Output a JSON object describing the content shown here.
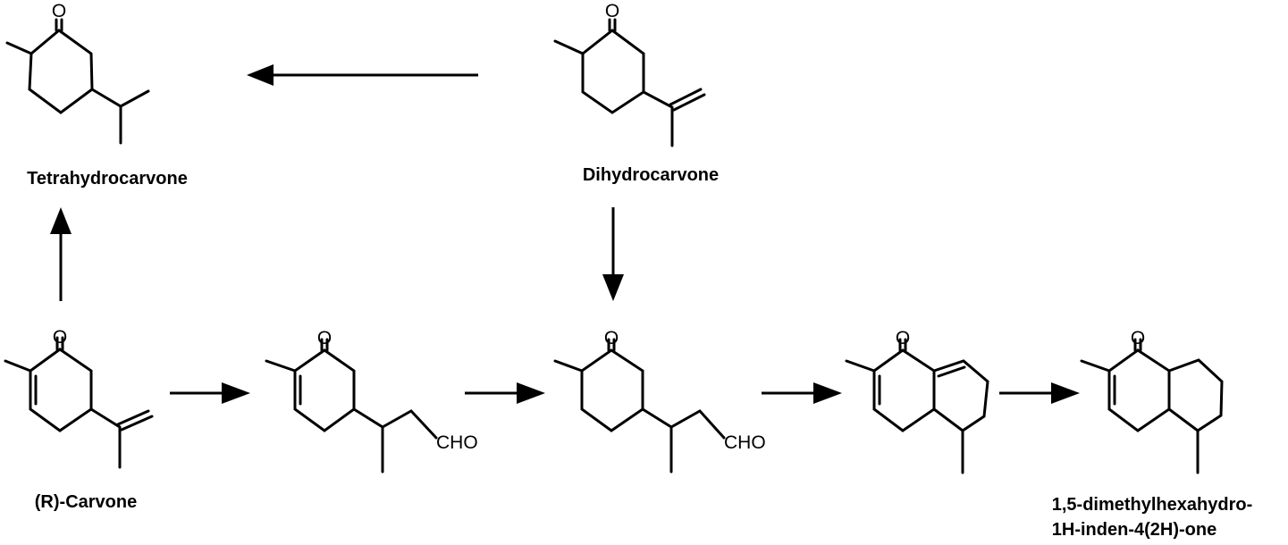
{
  "compounds": {
    "tetrahydrocarvone": {
      "name": "Tetrahydrocarvone",
      "oxygen": "O"
    },
    "dihydrocarvone": {
      "name": "Dihydrocarvone",
      "oxygen": "O"
    },
    "carvone": {
      "name": "(R)-Carvone",
      "oxygen": "O"
    },
    "aldehyde_enone": {
      "oxygen": "O",
      "group": "CHO"
    },
    "aldehyde_ketone": {
      "oxygen": "O",
      "group": "CHO"
    },
    "bicyclic_enone": {
      "oxygen": "O"
    },
    "product": {
      "name_line1": "1,5-dimethylhexahydro-",
      "name_line2": "1H-inden-4(2H)-one",
      "oxygen": "O"
    }
  },
  "reaction_arrows": [
    {
      "from": "dihydrocarvone",
      "to": "tetrahydrocarvone"
    },
    {
      "from": "carvone",
      "to": "tetrahydrocarvone"
    },
    {
      "from": "dihydrocarvone",
      "to": "aldehyde_ketone"
    },
    {
      "from": "carvone",
      "to": "aldehyde_enone"
    },
    {
      "from": "aldehyde_enone",
      "to": "aldehyde_ketone"
    },
    {
      "from": "aldehyde_ketone",
      "to": "bicyclic_enone"
    },
    {
      "from": "bicyclic_enone",
      "to": "product"
    }
  ]
}
